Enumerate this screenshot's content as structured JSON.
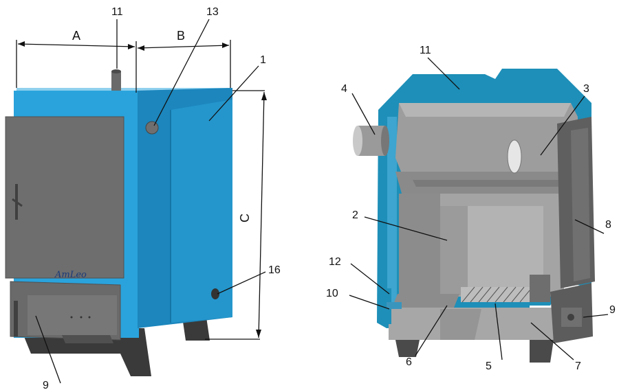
{
  "left_view": {
    "dimension_labels": {
      "a": "A",
      "b": "B",
      "c": "C"
    },
    "part_labels": {
      "p11": "11",
      "p13": "13",
      "p1": "1",
      "p16": "16",
      "p9": "9"
    },
    "logo_text": "AmLeo"
  },
  "right_view": {
    "part_labels": {
      "p11": "11",
      "p4": "4",
      "p3": "3",
      "p2": "2",
      "p8": "8",
      "p12": "12",
      "p10": "10",
      "p9": "9",
      "p6": "6",
      "p5": "5",
      "p7": "7"
    }
  },
  "colors": {
    "boiler_blue": "#2aa3dc",
    "boiler_blue_dark": "#1c86bd",
    "door_grey": "#6e6e6e",
    "interior_grey": "#9a9a9a",
    "cut_section": "#1e8fb8"
  }
}
